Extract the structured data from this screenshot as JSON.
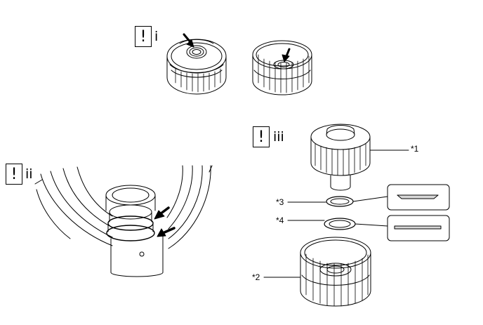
{
  "steps": [
    {
      "mark": "!",
      "label": "i"
    },
    {
      "mark": "!",
      "label": "ii"
    },
    {
      "mark": "!",
      "label": "iii"
    }
  ],
  "callouts": [
    "*1",
    "*2",
    "*3",
    "*4"
  ],
  "colors": {
    "line": "#000000",
    "background": "#ffffff",
    "shade": "#d8d8d8"
  }
}
